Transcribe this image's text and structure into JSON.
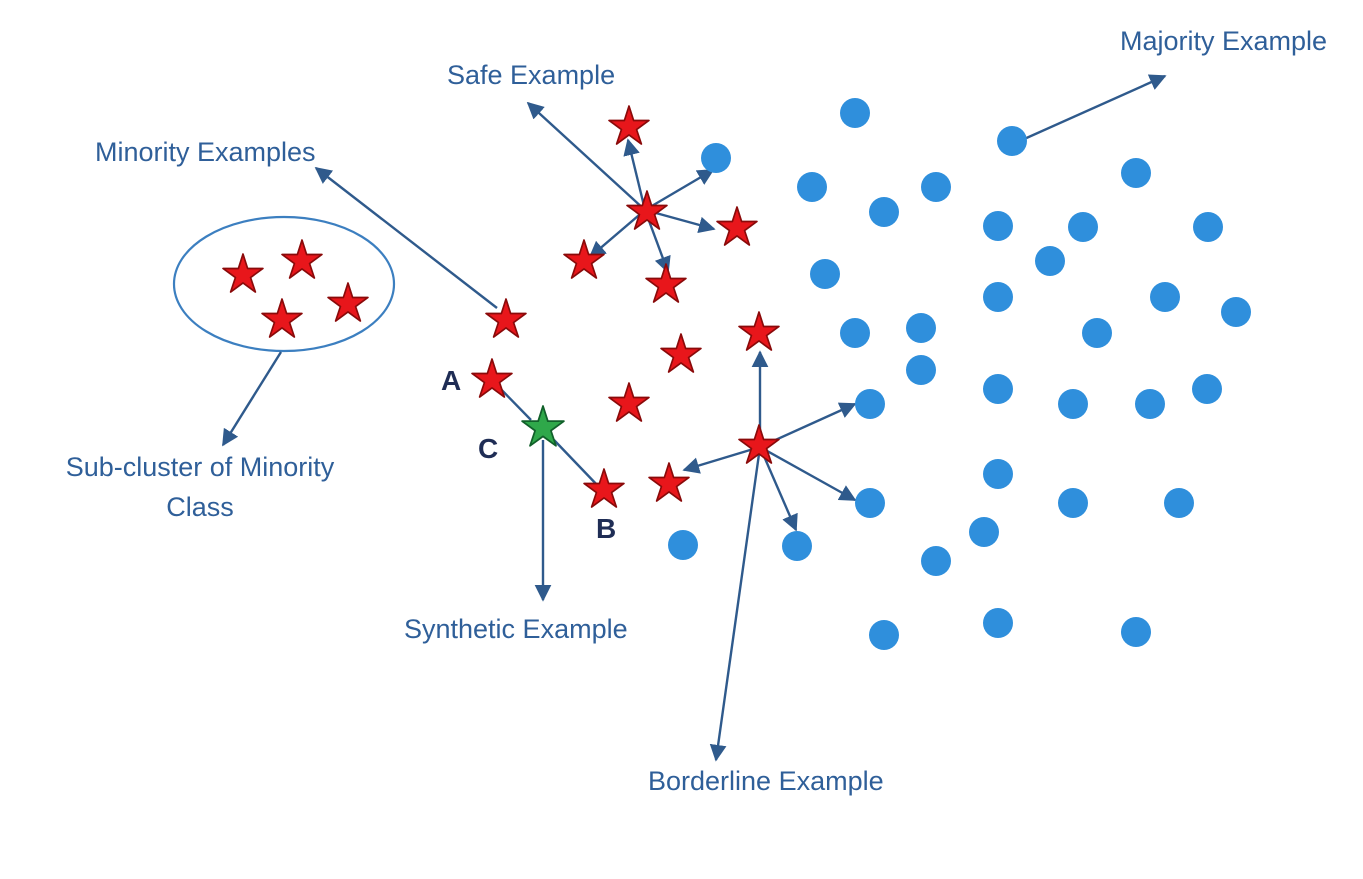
{
  "labels": {
    "minority_examples": "Minority Examples",
    "safe_example": "Safe Example",
    "majority_example": "Majority Example",
    "sub_cluster_line1": "Sub-cluster of Minority",
    "sub_cluster_line2": "Class",
    "synthetic_example": "Synthetic Example",
    "borderline_example": "Borderline Example",
    "point_a": "A",
    "point_b": "B",
    "point_c": "C"
  },
  "colors": {
    "minority_fill": "#e8161b",
    "minority_stroke": "#8a0a0a",
    "synthetic_fill": "#2fa84a",
    "synthetic_stroke": "#11602a",
    "majority_fill": "#2f8fdc",
    "label_text": "#2f5f99",
    "arrow": "#2f5a8c"
  },
  "legend_icons": {
    "minority": "red-star",
    "synthetic": "green-star",
    "majority": "blue-circle"
  }
}
